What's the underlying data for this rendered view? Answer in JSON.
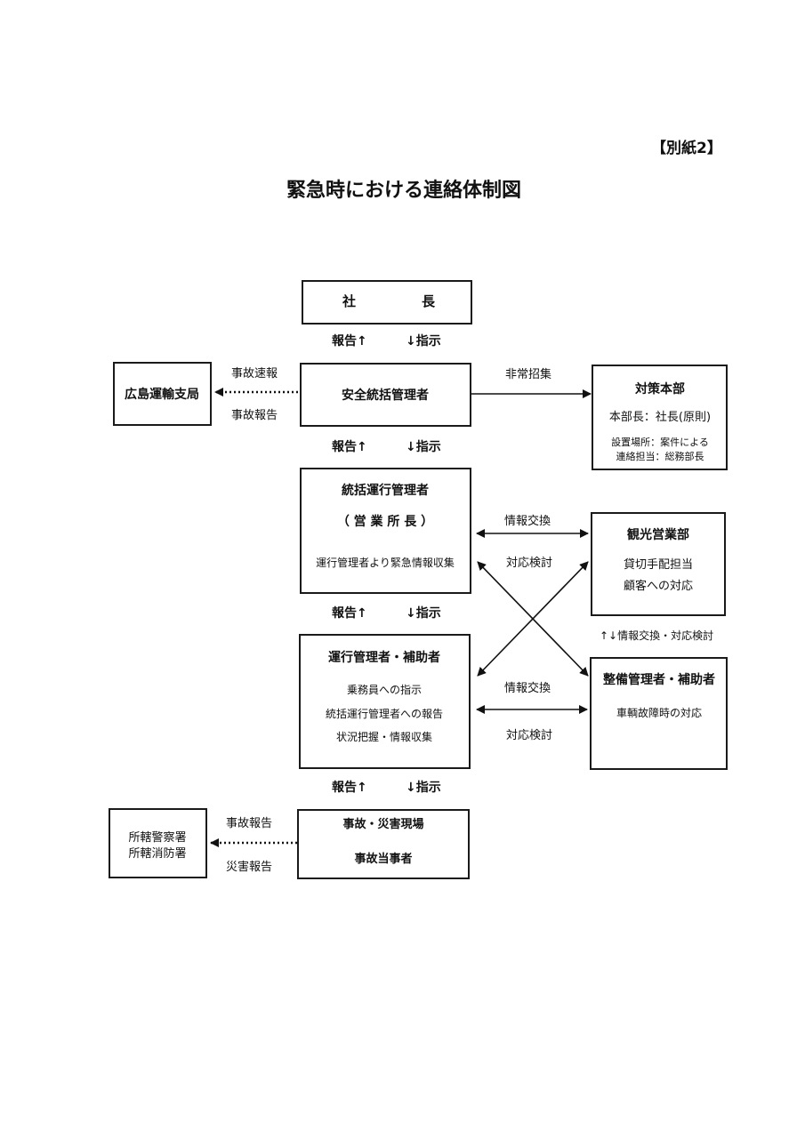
{
  "annex_label": "【別紙2】",
  "title": "緊急時における連絡体制図",
  "president": {
    "char1": "社",
    "char2": "長"
  },
  "safety_manager": "安全統括管理者",
  "hiroshima_bureau": "広島運輸支局",
  "report_flash": "事故速報",
  "report_accident": "事故報告",
  "emergency_call": "非常招集",
  "hq": {
    "title": "対策本部",
    "head": "本部長：社長(原則)",
    "location": "設置場所：案件による",
    "contact": "連絡担当：総務部長"
  },
  "flows": {
    "report": "報告↑",
    "instruct": "↓指示"
  },
  "chief_ops": {
    "title": "統括運行管理者",
    "subtitle": "（ 営 業 所 長 ）",
    "note": "運行管理者より緊急情報収集"
  },
  "info_exchange": "情報交換",
  "countermeasure": "対応検討",
  "tourism": {
    "title": "観光営業部",
    "line1": "貸切手配担当",
    "line2": "顧客への対応"
  },
  "tourism_maint_link": "↑↓情報交換・対応検討",
  "ops": {
    "title": "運行管理者・補助者",
    "line1": "乗務員への指示",
    "line2": "統括運行管理者への報告",
    "line3": "状況把握・情報収集"
  },
  "maintenance": {
    "title": "整備管理者・補助者",
    "line1": "車輌故障時の対応"
  },
  "scene": {
    "line1": "事故・災害現場",
    "line2": "事故当事者"
  },
  "police": {
    "line1": "所轄警察署",
    "line2": "所轄消防署"
  },
  "disaster_report": "災害報告"
}
